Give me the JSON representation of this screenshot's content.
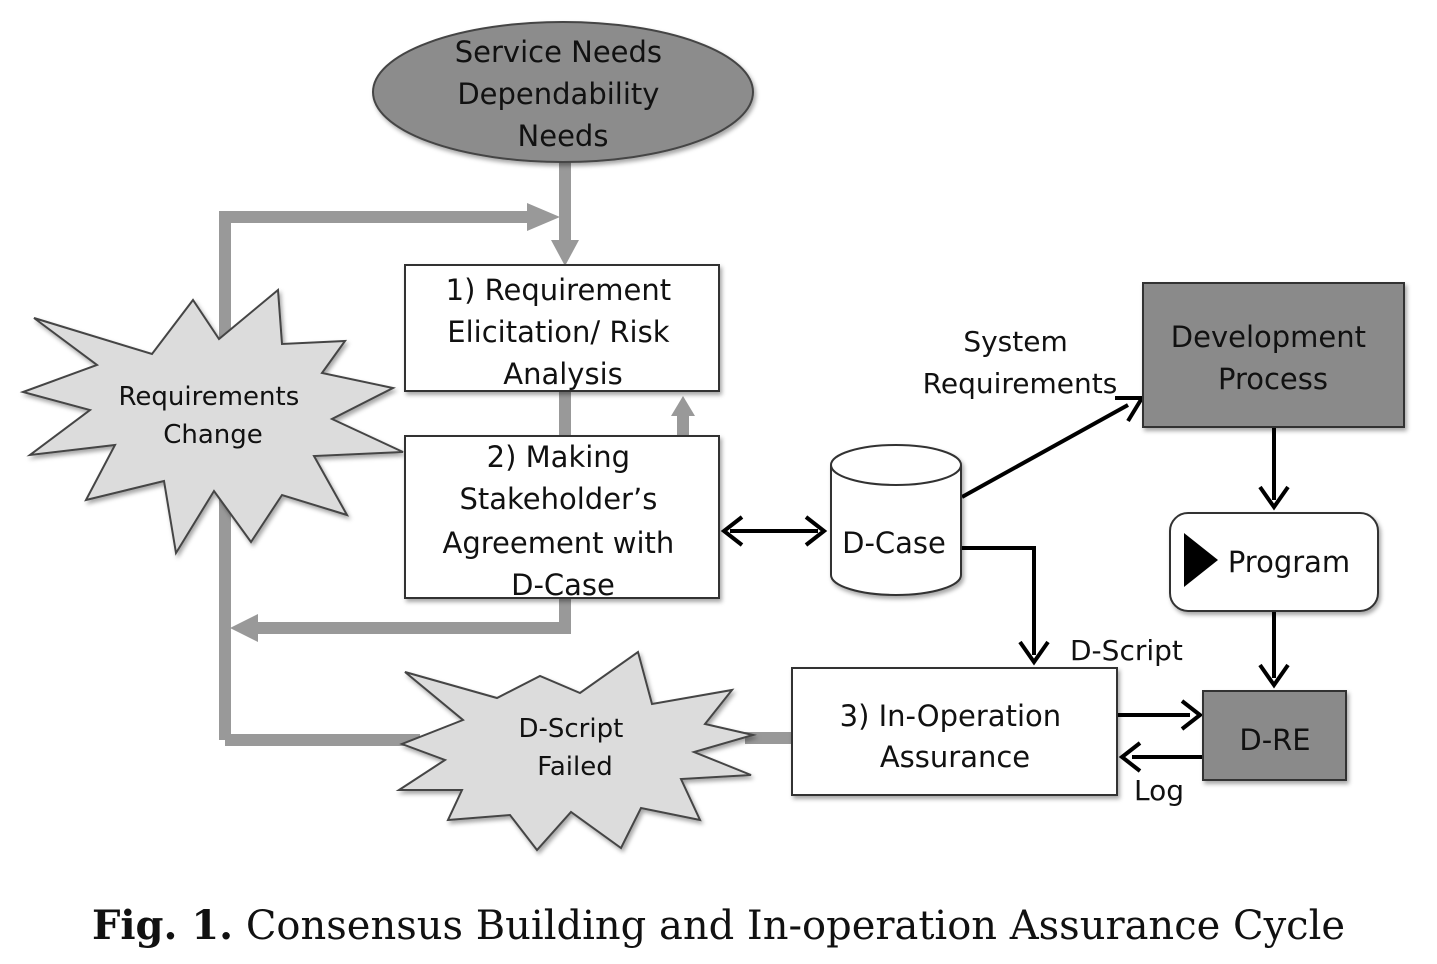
{
  "nodes": {
    "needs": [
      "Service Needs",
      "Dependability",
      "Needs"
    ],
    "step1": [
      "1) Requirement",
      "Elicitation/ Risk",
      "Analysis"
    ],
    "step2": [
      "2) Making",
      "Stakeholder’s",
      "Agreement with",
      "D-Case"
    ],
    "dcase": "D-Case",
    "development": [
      "Development",
      "Process"
    ],
    "program": "Program",
    "step3": [
      "3) In-Operation",
      "Assurance"
    ],
    "dre": "D-RE",
    "requirements_change": [
      "Requirements",
      "Change"
    ],
    "dscript_failed": [
      "D-Script",
      "Failed"
    ]
  },
  "edge_labels": {
    "system_requirements": [
      "System",
      "Requirements"
    ],
    "dscript": "D-Script",
    "log": "Log"
  },
  "caption": {
    "label": "Fig. 1.",
    "text": "Consensus Building and In-operation Assurance Cycle"
  },
  "colors": {
    "grey_fill": "#8c8c8c",
    "dark_box_fill": "#8a8a8a",
    "starburst_fill": "#dcdcdc",
    "grey_arrow": "#999999",
    "black_arrow": "#000000"
  }
}
